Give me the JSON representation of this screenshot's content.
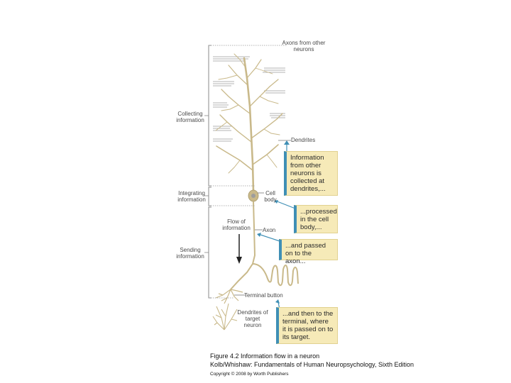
{
  "labels": {
    "axons_from": "Axons from other neurons",
    "collecting": "Collecting information",
    "integrating": "Integrating information",
    "sending": "Sending information",
    "dendrites": "Dendrites",
    "cell_body": "Cell body",
    "flow": "Flow of information",
    "axon": "Axon",
    "terminal_button": "Terminal button",
    "dendrites_target": "Dendrites of target neuron"
  },
  "boxes": {
    "collected": "Information from other neurons is collected at dendrites,...",
    "processed": "...processed in the cell body,...",
    "passed": "...and passed on to the axon...",
    "terminal": "...and then to the terminal, where it is passed on to its target."
  },
  "caption": {
    "title": "Figure 4.2 Information flow in a neuron",
    "source": "Kolb/Whishaw: Fundamentals of Human Neuropsychology, Sixth Edition",
    "copyright": "Copyright © 2008 by Worth Publishers"
  },
  "colors": {
    "neuron": "#c9b98a",
    "box_fill": "#f6eab8",
    "box_accent": "#3f8fb5",
    "bracket": "#8a8a8a"
  }
}
